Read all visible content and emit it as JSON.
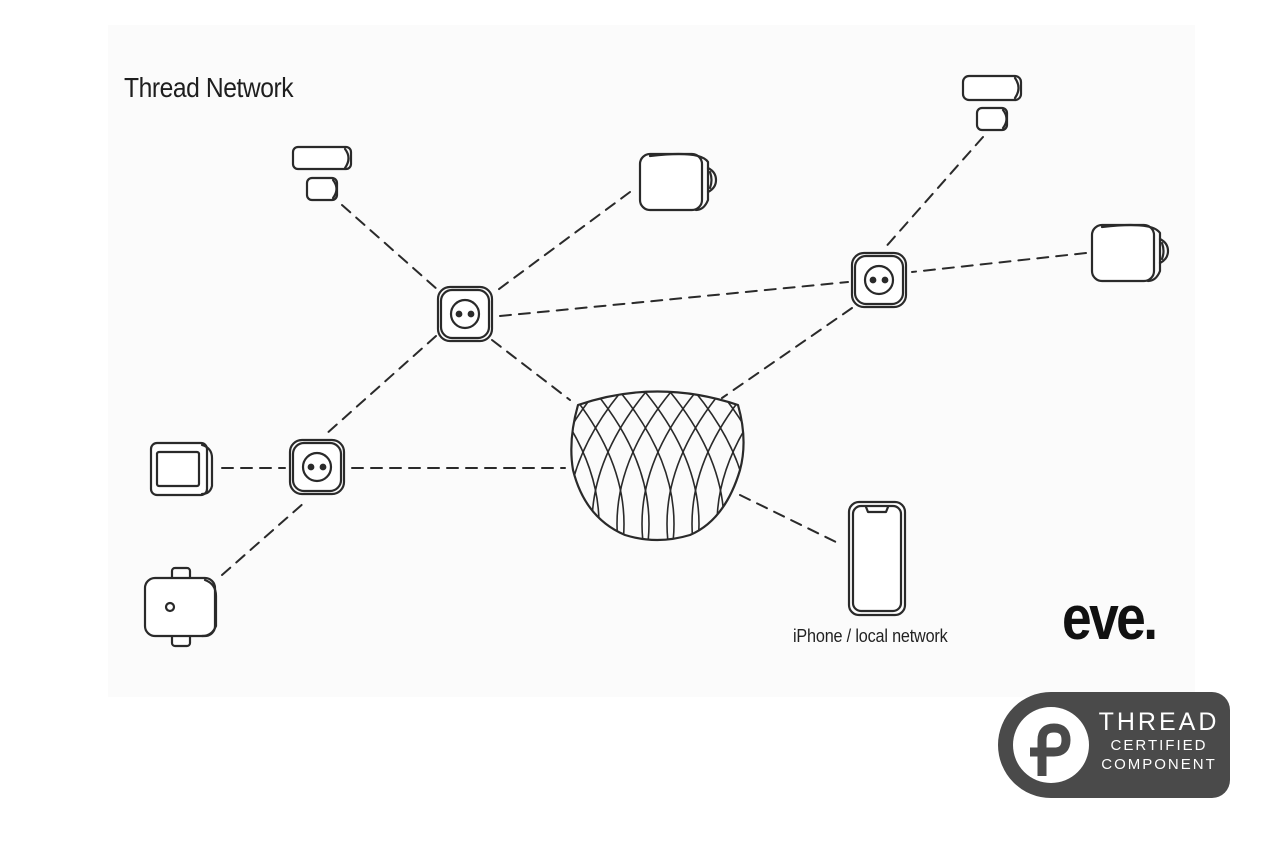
{
  "title": "Thread Network",
  "caption": "iPhone / local network",
  "logo": "eve.",
  "badge": {
    "line1": "THREAD",
    "line2": "CERTIFIED",
    "line3": "COMPONENT"
  },
  "nodes": [
    {
      "id": "contact-sensor-top-left",
      "kind": "contact-sensor"
    },
    {
      "id": "radiator-valve-top",
      "kind": "radiator-valve"
    },
    {
      "id": "contact-sensor-top-right",
      "kind": "contact-sensor"
    },
    {
      "id": "radiator-valve-right",
      "kind": "radiator-valve"
    },
    {
      "id": "smart-plug-upper",
      "kind": "smart-plug"
    },
    {
      "id": "smart-plug-right",
      "kind": "smart-plug"
    },
    {
      "id": "smart-plug-lower",
      "kind": "smart-plug"
    },
    {
      "id": "wall-switch-left",
      "kind": "wall-switch"
    },
    {
      "id": "water-controller",
      "kind": "water-controller"
    },
    {
      "id": "homepod-mini",
      "kind": "border-router"
    },
    {
      "id": "iphone",
      "kind": "phone"
    }
  ],
  "links": [
    [
      "contact-sensor-top-left",
      "smart-plug-upper"
    ],
    [
      "radiator-valve-top",
      "smart-plug-upper"
    ],
    [
      "smart-plug-upper",
      "smart-plug-right"
    ],
    [
      "contact-sensor-top-right",
      "smart-plug-right"
    ],
    [
      "radiator-valve-right",
      "smart-plug-right"
    ],
    [
      "smart-plug-upper",
      "homepod-mini"
    ],
    [
      "smart-plug-right",
      "homepod-mini"
    ],
    [
      "smart-plug-upper",
      "smart-plug-lower"
    ],
    [
      "wall-switch-left",
      "smart-plug-lower"
    ],
    [
      "smart-plug-lower",
      "homepod-mini"
    ],
    [
      "water-controller",
      "smart-plug-lower"
    ],
    [
      "homepod-mini",
      "iphone"
    ]
  ],
  "colors": {
    "stroke": "#2a2a2a",
    "badge": "#4a4a4a"
  }
}
